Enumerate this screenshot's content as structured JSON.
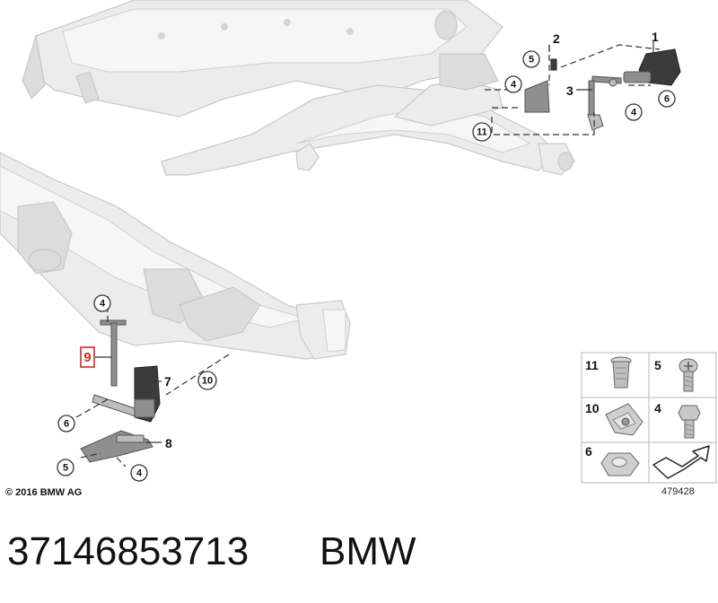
{
  "callouts_circled": [
    {
      "id": "c5a",
      "text": "5"
    },
    {
      "id": "c4a",
      "text": "4"
    },
    {
      "id": "c6a",
      "text": "6"
    },
    {
      "id": "c4b",
      "text": "4"
    },
    {
      "id": "c11",
      "text": "11"
    },
    {
      "id": "c4c",
      "text": "4"
    },
    {
      "id": "c10",
      "text": "10"
    },
    {
      "id": "c6b",
      "text": "6"
    },
    {
      "id": "c5b",
      "text": "5"
    },
    {
      "id": "c4d",
      "text": "4"
    }
  ],
  "callouts_plain": [
    {
      "id": "p2",
      "text": "2"
    },
    {
      "id": "p1",
      "text": "1"
    },
    {
      "id": "p3",
      "text": "3"
    },
    {
      "id": "p7",
      "text": "7"
    },
    {
      "id": "p8",
      "text": "8"
    }
  ],
  "highlighted_callout": {
    "text": "9",
    "color": "#d42a2a"
  },
  "legend": [
    {
      "label": "11"
    },
    {
      "label": "5"
    },
    {
      "label": "10"
    },
    {
      "label": "4"
    },
    {
      "label": "6"
    }
  ],
  "copyright": "© 2016 BMW AG",
  "drawing_number": "479428",
  "part_number": "37146853713",
  "brand": "BMW"
}
